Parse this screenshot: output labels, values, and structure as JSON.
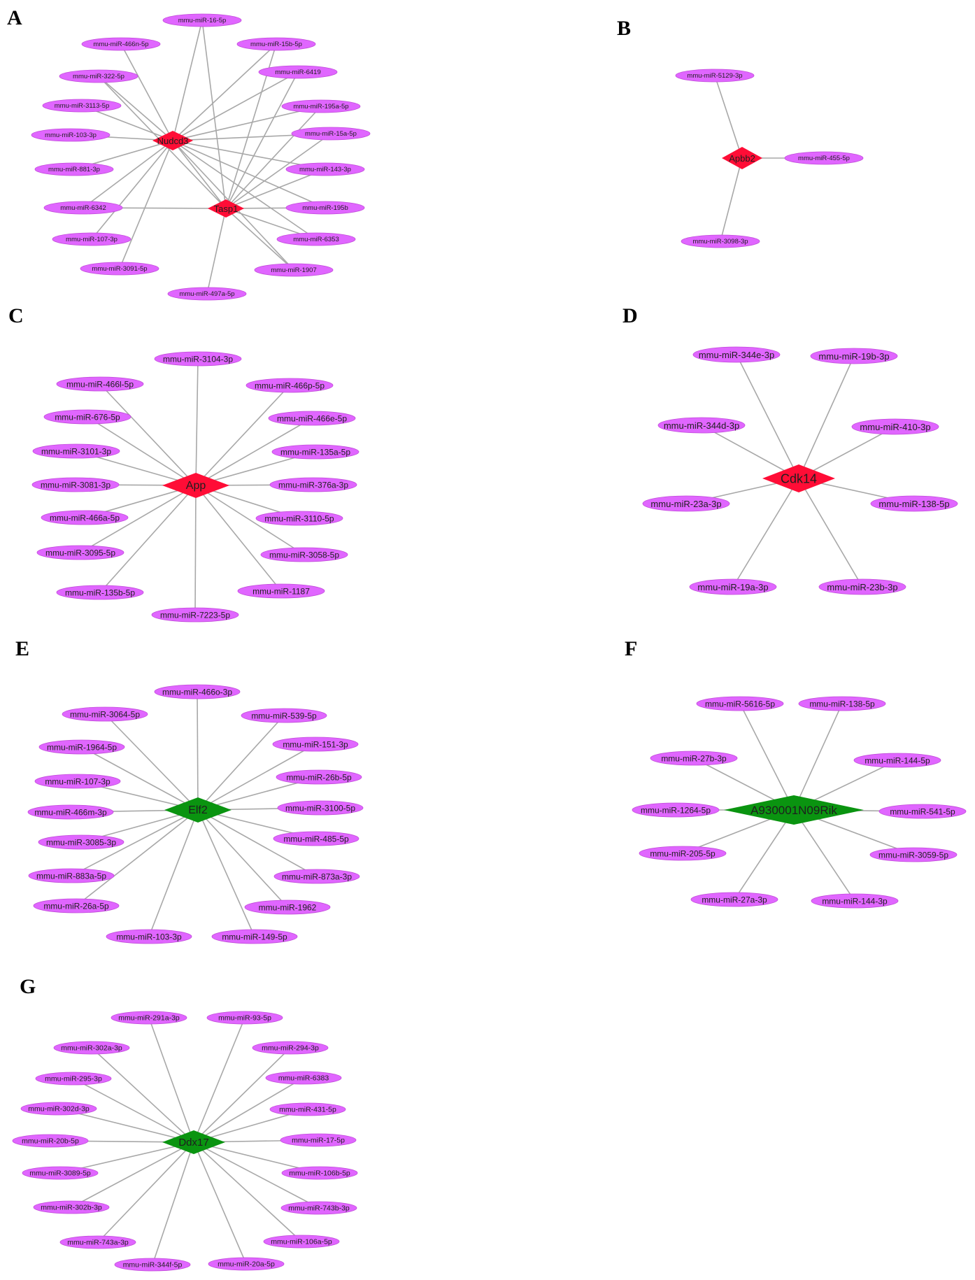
{
  "colors": {
    "mirna_fill": "#e066ff",
    "gene_up_fill": "#ff0d36",
    "gene_down_fill": "#0a9410",
    "edge": "#a8a8a8"
  },
  "panels": [
    {
      "letter": "A",
      "genes": [
        {
          "id": "g-nudcd3",
          "label": "Nudcd3",
          "type": "up"
        },
        {
          "id": "g-tasp1",
          "label": "Tasp1",
          "type": "up"
        }
      ],
      "mirnas": [
        {
          "id": "a1",
          "label": "mmu-miR-16-5p"
        },
        {
          "id": "a2",
          "label": "mmu-miR-466n-5p"
        },
        {
          "id": "a3",
          "label": "mmu-miR-15b-5p"
        },
        {
          "id": "a4",
          "label": "mmu-miR-322-5p"
        },
        {
          "id": "a5",
          "label": "mmu-miR-6419"
        },
        {
          "id": "a6",
          "label": "mmu-miR-3113-5p"
        },
        {
          "id": "a7",
          "label": "mmu-miR-195a-5p"
        },
        {
          "id": "a8",
          "label": "mmu-miR-103-3p"
        },
        {
          "id": "a9",
          "label": "mmu-miR-15a-5p"
        },
        {
          "id": "a10",
          "label": "mmu-miR-881-3p"
        },
        {
          "id": "a11",
          "label": "mmu-miR-143-3p"
        },
        {
          "id": "a12",
          "label": "mmu-miR-6342"
        },
        {
          "id": "a13",
          "label": "mmu-miR-195b"
        },
        {
          "id": "a14",
          "label": "mmu-miR-107-3p"
        },
        {
          "id": "a15",
          "label": "mmu-miR-6353"
        },
        {
          "id": "a16",
          "label": "mmu-miR-3091-5p"
        },
        {
          "id": "a17",
          "label": "mmu-miR-1907"
        },
        {
          "id": "a18",
          "label": "mmu-miR-497a-5p"
        }
      ],
      "edges": [
        [
          "g-nudcd3",
          "a1"
        ],
        [
          "g-nudcd3",
          "a2"
        ],
        [
          "g-nudcd3",
          "a3"
        ],
        [
          "g-nudcd3",
          "a4"
        ],
        [
          "g-nudcd3",
          "a5"
        ],
        [
          "g-nudcd3",
          "a6"
        ],
        [
          "g-nudcd3",
          "a7"
        ],
        [
          "g-nudcd3",
          "a8"
        ],
        [
          "g-nudcd3",
          "a9"
        ],
        [
          "g-nudcd3",
          "a10"
        ],
        [
          "g-nudcd3",
          "a11"
        ],
        [
          "g-nudcd3",
          "a12"
        ],
        [
          "g-nudcd3",
          "a13"
        ],
        [
          "g-nudcd3",
          "a14"
        ],
        [
          "g-nudcd3",
          "a15"
        ],
        [
          "g-nudcd3",
          "a16"
        ],
        [
          "g-nudcd3",
          "a17"
        ],
        [
          "g-nudcd3",
          "g-tasp1"
        ],
        [
          "g-tasp1",
          "a1"
        ],
        [
          "g-tasp1",
          "a3"
        ],
        [
          "g-tasp1",
          "a4"
        ],
        [
          "g-tasp1",
          "a5"
        ],
        [
          "g-tasp1",
          "a7"
        ],
        [
          "g-tasp1",
          "a9"
        ],
        [
          "g-tasp1",
          "a11"
        ],
        [
          "g-tasp1",
          "a12"
        ],
        [
          "g-tasp1",
          "a13"
        ],
        [
          "g-tasp1",
          "a15"
        ],
        [
          "g-tasp1",
          "a17"
        ],
        [
          "g-tasp1",
          "a18"
        ]
      ]
    },
    {
      "letter": "B",
      "genes": [
        {
          "id": "g-apbb2",
          "label": "Apbb2",
          "type": "up"
        }
      ],
      "mirnas": [
        {
          "id": "b1",
          "label": "mmu-miR-5129-3p"
        },
        {
          "id": "b2",
          "label": "mmu-miR-455-5p"
        },
        {
          "id": "b3",
          "label": "mmu-miR-3098-3p"
        }
      ],
      "edges": [
        [
          "g-apbb2",
          "b1"
        ],
        [
          "g-apbb2",
          "b2"
        ],
        [
          "g-apbb2",
          "b3"
        ]
      ]
    },
    {
      "letter": "C",
      "genes": [
        {
          "id": "g-app",
          "label": "App",
          "type": "up"
        }
      ],
      "mirnas": [
        {
          "id": "c1",
          "label": "mmu-miR-3104-3p"
        },
        {
          "id": "c2",
          "label": "mmu-miR-466l-5p"
        },
        {
          "id": "c3",
          "label": "mmu-miR-466p-5p"
        },
        {
          "id": "c4",
          "label": "mmu-miR-676-5p"
        },
        {
          "id": "c5",
          "label": "mmu-miR-466e-5p"
        },
        {
          "id": "c6",
          "label": "mmu-miR-3101-3p"
        },
        {
          "id": "c7",
          "label": "mmu-miR-135a-5p"
        },
        {
          "id": "c8",
          "label": "mmu-miR-3081-3p"
        },
        {
          "id": "c9",
          "label": "mmu-miR-376a-3p"
        },
        {
          "id": "c10",
          "label": "mmu-miR-466a-5p"
        },
        {
          "id": "c11",
          "label": "mmu-miR-3110-5p"
        },
        {
          "id": "c12",
          "label": "mmu-miR-3095-5p"
        },
        {
          "id": "c13",
          "label": "mmu-miR-3058-5p"
        },
        {
          "id": "c14",
          "label": "mmu-miR-135b-5p"
        },
        {
          "id": "c15",
          "label": "mmu-miR-1187"
        },
        {
          "id": "c16",
          "label": "mmu-miR-7223-5p"
        }
      ],
      "edges": [
        [
          "g-app",
          "c1"
        ],
        [
          "g-app",
          "c2"
        ],
        [
          "g-app",
          "c3"
        ],
        [
          "g-app",
          "c4"
        ],
        [
          "g-app",
          "c5"
        ],
        [
          "g-app",
          "c6"
        ],
        [
          "g-app",
          "c7"
        ],
        [
          "g-app",
          "c8"
        ],
        [
          "g-app",
          "c9"
        ],
        [
          "g-app",
          "c10"
        ],
        [
          "g-app",
          "c11"
        ],
        [
          "g-app",
          "c12"
        ],
        [
          "g-app",
          "c13"
        ],
        [
          "g-app",
          "c14"
        ],
        [
          "g-app",
          "c15"
        ],
        [
          "g-app",
          "c16"
        ]
      ]
    },
    {
      "letter": "D",
      "genes": [
        {
          "id": "g-cdk14",
          "label": "Cdk14",
          "type": "up"
        }
      ],
      "mirnas": [
        {
          "id": "d1",
          "label": "mmu-miR-344e-3p"
        },
        {
          "id": "d2",
          "label": "mmu-miR-19b-3p"
        },
        {
          "id": "d3",
          "label": "mmu-miR-344d-3p"
        },
        {
          "id": "d4",
          "label": "mmu-miR-410-3p"
        },
        {
          "id": "d5",
          "label": "mmu-miR-23a-3p"
        },
        {
          "id": "d6",
          "label": "mmu-miR-138-5p"
        },
        {
          "id": "d7",
          "label": "mmu-miR-19a-3p"
        },
        {
          "id": "d8",
          "label": "mmu-miR-23b-3p"
        }
      ],
      "edges": [
        [
          "g-cdk14",
          "d1"
        ],
        [
          "g-cdk14",
          "d2"
        ],
        [
          "g-cdk14",
          "d3"
        ],
        [
          "g-cdk14",
          "d4"
        ],
        [
          "g-cdk14",
          "d5"
        ],
        [
          "g-cdk14",
          "d6"
        ],
        [
          "g-cdk14",
          "d7"
        ],
        [
          "g-cdk14",
          "d8"
        ]
      ]
    },
    {
      "letter": "E",
      "genes": [
        {
          "id": "g-elf2",
          "label": "Elf2",
          "type": "down"
        }
      ],
      "mirnas": [
        {
          "id": "e1",
          "label": "mmu-miR-466o-3p"
        },
        {
          "id": "e2",
          "label": "mmu-miR-3064-5p"
        },
        {
          "id": "e3",
          "label": "mmu-miR-539-5p"
        },
        {
          "id": "e4",
          "label": "mmu-miR-1964-5p"
        },
        {
          "id": "e5",
          "label": "mmu-miR-151-3p"
        },
        {
          "id": "e6",
          "label": "mmu-miR-107-3p"
        },
        {
          "id": "e7",
          "label": "mmu-miR-26b-5p"
        },
        {
          "id": "e8",
          "label": "mmu-miR-466m-3p"
        },
        {
          "id": "e9",
          "label": "mmu-miR-3100-5p"
        },
        {
          "id": "e10",
          "label": "mmu-miR-3085-3p"
        },
        {
          "id": "e11",
          "label": "mmu-miR-485-5p"
        },
        {
          "id": "e12",
          "label": "mmu-miR-883a-5p"
        },
        {
          "id": "e13",
          "label": "mmu-miR-873a-3p"
        },
        {
          "id": "e14",
          "label": "mmu-miR-26a-5p"
        },
        {
          "id": "e15",
          "label": "mmu-miR-1962"
        },
        {
          "id": "e16",
          "label": "mmu-miR-103-3p"
        },
        {
          "id": "e17",
          "label": "mmu-miR-149-5p"
        }
      ],
      "edges": [
        [
          "g-elf2",
          "e1"
        ],
        [
          "g-elf2",
          "e2"
        ],
        [
          "g-elf2",
          "e3"
        ],
        [
          "g-elf2",
          "e4"
        ],
        [
          "g-elf2",
          "e5"
        ],
        [
          "g-elf2",
          "e6"
        ],
        [
          "g-elf2",
          "e7"
        ],
        [
          "g-elf2",
          "e8"
        ],
        [
          "g-elf2",
          "e9"
        ],
        [
          "g-elf2",
          "e10"
        ],
        [
          "g-elf2",
          "e11"
        ],
        [
          "g-elf2",
          "e12"
        ],
        [
          "g-elf2",
          "e13"
        ],
        [
          "g-elf2",
          "e14"
        ],
        [
          "g-elf2",
          "e15"
        ],
        [
          "g-elf2",
          "e16"
        ],
        [
          "g-elf2",
          "e17"
        ]
      ]
    },
    {
      "letter": "F",
      "genes": [
        {
          "id": "g-a930",
          "label": "A930001N09Rik",
          "type": "down"
        }
      ],
      "mirnas": [
        {
          "id": "f1",
          "label": "mmu-miR-5616-5p"
        },
        {
          "id": "f2",
          "label": "mmu-miR-138-5p"
        },
        {
          "id": "f3",
          "label": "mmu-miR-27b-3p"
        },
        {
          "id": "f4",
          "label": "mmu-miR-144-5p"
        },
        {
          "id": "f5",
          "label": "mmu-miR-1264-5p"
        },
        {
          "id": "f6",
          "label": "mmu-miR-541-5p"
        },
        {
          "id": "f7",
          "label": "mmu-miR-205-5p"
        },
        {
          "id": "f8",
          "label": "mmu-miR-3059-5p"
        },
        {
          "id": "f9",
          "label": "mmu-miR-27a-3p"
        },
        {
          "id": "f10",
          "label": "mmu-miR-144-3p"
        }
      ],
      "edges": [
        [
          "g-a930",
          "f1"
        ],
        [
          "g-a930",
          "f2"
        ],
        [
          "g-a930",
          "f3"
        ],
        [
          "g-a930",
          "f4"
        ],
        [
          "g-a930",
          "f5"
        ],
        [
          "g-a930",
          "f6"
        ],
        [
          "g-a930",
          "f7"
        ],
        [
          "g-a930",
          "f8"
        ],
        [
          "g-a930",
          "f9"
        ],
        [
          "g-a930",
          "f10"
        ]
      ]
    },
    {
      "letter": "G",
      "genes": [
        {
          "id": "g-ddx17",
          "label": "Ddx17",
          "type": "down"
        }
      ],
      "mirnas": [
        {
          "id": "h1",
          "label": "mmu-miR-291a-3p"
        },
        {
          "id": "h2",
          "label": "mmu-miR-93-5p"
        },
        {
          "id": "h3",
          "label": "mmu-miR-302a-3p"
        },
        {
          "id": "h4",
          "label": "mmu-miR-294-3p"
        },
        {
          "id": "h5",
          "label": "mmu-miR-295-3p"
        },
        {
          "id": "h6",
          "label": "mmu-miR-6383"
        },
        {
          "id": "h7",
          "label": "mmu-miR-302d-3p"
        },
        {
          "id": "h8",
          "label": "mmu-miR-431-5p"
        },
        {
          "id": "h9",
          "label": "mmu-miR-20b-5p"
        },
        {
          "id": "h10",
          "label": "mmu-miR-17-5p"
        },
        {
          "id": "h11",
          "label": "mmu-miR-3089-5p"
        },
        {
          "id": "h12",
          "label": "mmu-miR-106b-5p"
        },
        {
          "id": "h13",
          "label": "mmu-miR-302b-3p"
        },
        {
          "id": "h14",
          "label": "mmu-miR-743b-3p"
        },
        {
          "id": "h15",
          "label": "mmu-miR-743a-3p"
        },
        {
          "id": "h16",
          "label": "mmu-miR-106a-5p"
        },
        {
          "id": "h17",
          "label": "mmu-miR-344f-5p"
        },
        {
          "id": "h18",
          "label": "mmu-miR-20a-5p"
        }
      ],
      "edges": [
        [
          "g-ddx17",
          "h1"
        ],
        [
          "g-ddx17",
          "h2"
        ],
        [
          "g-ddx17",
          "h3"
        ],
        [
          "g-ddx17",
          "h4"
        ],
        [
          "g-ddx17",
          "h5"
        ],
        [
          "g-ddx17",
          "h6"
        ],
        [
          "g-ddx17",
          "h7"
        ],
        [
          "g-ddx17",
          "h8"
        ],
        [
          "g-ddx17",
          "h9"
        ],
        [
          "g-ddx17",
          "h10"
        ],
        [
          "g-ddx17",
          "h11"
        ],
        [
          "g-ddx17",
          "h12"
        ],
        [
          "g-ddx17",
          "h13"
        ],
        [
          "g-ddx17",
          "h14"
        ],
        [
          "g-ddx17",
          "h15"
        ],
        [
          "g-ddx17",
          "h16"
        ],
        [
          "g-ddx17",
          "h17"
        ],
        [
          "g-ddx17",
          "h18"
        ]
      ]
    }
  ]
}
